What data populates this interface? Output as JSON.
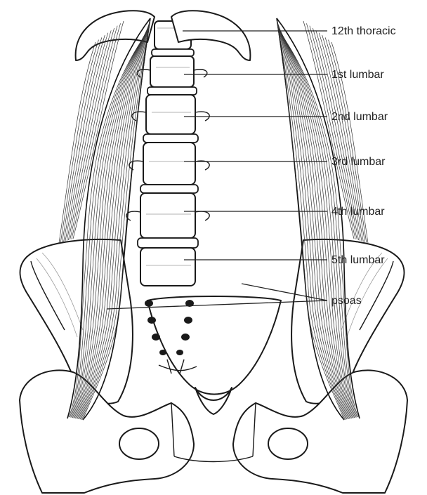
{
  "labels": [
    "12th thoracic",
    "1st lumbar",
    "2nd lumbar",
    "3rd lumbar",
    "4th lumbar",
    "5th lumbar",
    "psoas"
  ]
}
